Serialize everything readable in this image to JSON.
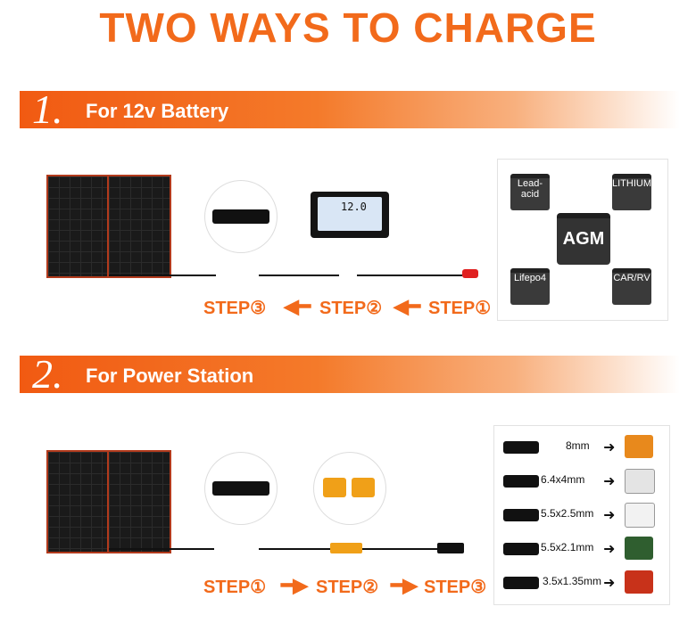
{
  "title": "TWO WAYS TO CHARGE",
  "section1": {
    "number": "1.",
    "label": "For 12v Battery",
    "steps": [
      "STEP③",
      "STEP②",
      "STEP①"
    ],
    "batteries": [
      "Lead-acid",
      "LITHIUM",
      "AGM",
      "Lifepo4",
      "CAR/RV"
    ],
    "controller_display": "12.0"
  },
  "section2": {
    "number": "2.",
    "label": "For Power Station",
    "steps": [
      "STEP①",
      "STEP②",
      "STEP③"
    ],
    "connectors": [
      "8mm",
      "6.4x4mm",
      "5.5x2.5mm",
      "5.5x2.1mm",
      "3.5x1.35mm"
    ]
  },
  "colors": {
    "accent": "#f26a1b"
  }
}
